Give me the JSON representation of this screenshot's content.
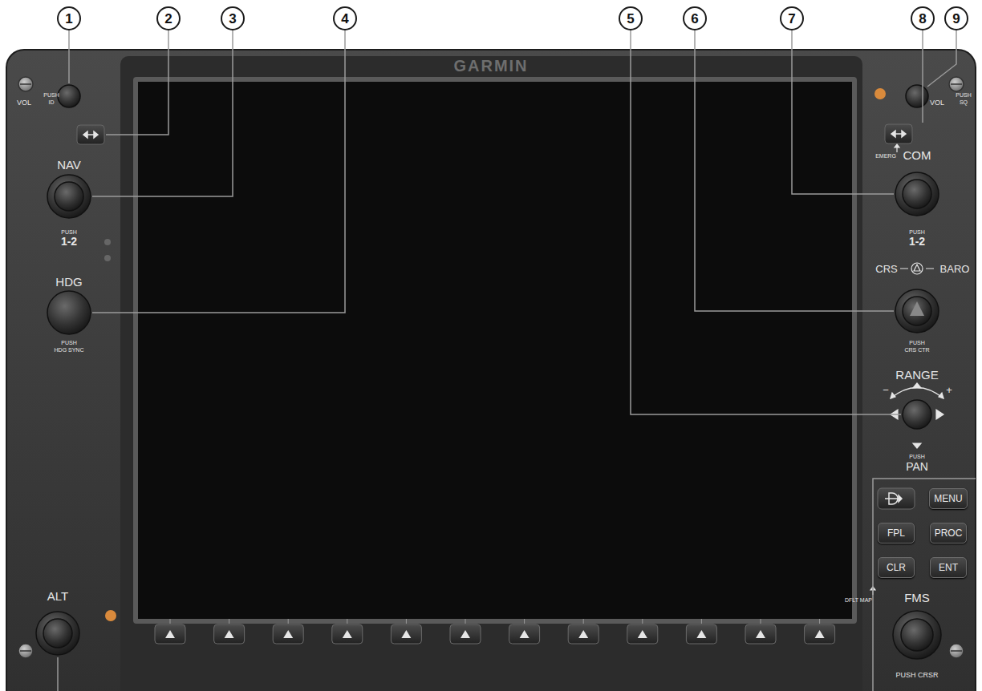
{
  "diagram": {
    "nodes": [
      {
        "text": [
          "1"
        ]
      },
      {
        "text": [
          "2"
        ]
      },
      {
        "text": [
          "3"
        ]
      },
      {
        "text": [
          "4"
        ]
      },
      {
        "text": [
          "5"
        ]
      },
      {
        "text": [
          "6"
        ]
      },
      {
        "text": [
          "7"
        ]
      },
      {
        "text": [
          "8"
        ]
      },
      {
        "text": [
          "9"
        ]
      },
      {
        "text": [
          "MENU"
        ]
      },
      {
        "text": [
          "FPL"
        ]
      },
      {
        "text": [
          "PROC"
        ]
      },
      {
        "text": [
          "CLR"
        ]
      },
      {
        "text": [
          "ENT"
        ]
      }
    ],
    "labels": [
      "GARMIN",
      "VOL",
      "PUSH",
      "ID",
      "NAV",
      "PUSH",
      "1-2",
      "HDG",
      "PUSH",
      "HDG SYNC",
      "ALT",
      "VOL",
      "PUSH",
      "SQ",
      "EMERG",
      "COM",
      "PUSH",
      "1-2",
      "CRS",
      "BARO",
      "PUSH",
      "CRS CTR",
      "RANGE",
      "−",
      "+",
      "PUSH",
      "PAN",
      "DFLT MAP",
      "FMS",
      "PUSH CRSR"
    ]
  }
}
